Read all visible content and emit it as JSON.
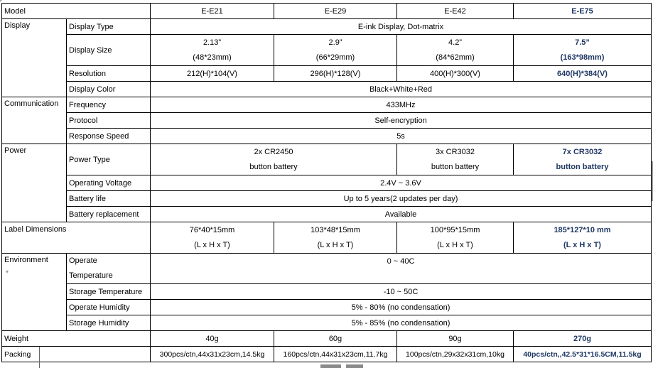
{
  "colors": {
    "accent": "#1f3864"
  },
  "table": {
    "model_row": {
      "label": "Model",
      "models": [
        "E-E21",
        "E-E29",
        "E-E42",
        "E-E75"
      ]
    },
    "display": {
      "section": "Display",
      "type": {
        "label": "Display Type",
        "value": "E-ink Display, Dot-matrix"
      },
      "size": {
        "label": "Display Size",
        "inches": [
          "2.13”",
          "2.9”",
          "4.2”",
          "7.5”"
        ],
        "mm": [
          "(48*23mm)",
          "(66*29mm)",
          "(84*62mm)",
          "(163*98mm)"
        ]
      },
      "resolution": {
        "label": "Resolution",
        "values": [
          "212(H)*104(V)",
          "296(H)*128(V)",
          "400(H)*300(V)",
          "640(H)*384(V)"
        ]
      },
      "color": {
        "label": "Display Color",
        "value": "Black+White+Red"
      }
    },
    "communication": {
      "section": "Communication",
      "frequency": {
        "label": "Frequency",
        "value": "433MHz"
      },
      "protocol": {
        "label": "Protocol",
        "value": "Self-encryption"
      },
      "response_speed": {
        "label": "Response Speed",
        "value": "5s"
      }
    },
    "power": {
      "section": "Power",
      "power_type": {
        "label": "Power Type",
        "e21_e29": {
          "line1": "2x CR2450",
          "line2": "button battery"
        },
        "e42": {
          "line1": "3x CR3032",
          "line2": "button battery"
        },
        "e75": {
          "line1": "7x CR3032",
          "line2": "button battery"
        }
      },
      "operating_voltage": {
        "label": "Operating Voltage",
        "value": "2.4V ~ 3.6V"
      },
      "battery_life": {
        "label": "Battery life",
        "value": "Up to 5 years(2 updates per day)"
      },
      "battery_replacement": {
        "label": "Battery replacement",
        "value": "Available"
      }
    },
    "label_dimensions": {
      "label": "Label Dimensions",
      "values": [
        "76*40*15mm",
        "103*48*15mm",
        "100*95*15mm",
        "185*127*10 mm"
      ],
      "unit": "(L x H x T)"
    },
    "environment": {
      "section": "Environment",
      "operate_temperature": {
        "label_line1": "Operate",
        "label_line2": "Temperature",
        "value": "0 ~ 40C"
      },
      "storage_temperature": {
        "label": "Storage Temperature",
        "value": "-10 ~ 50C"
      },
      "operate_humidity": {
        "label": "Operate Humidity",
        "value": "5% - 80% (no condensation)"
      },
      "storage_humidity": {
        "label": "Storage Humidity",
        "value": "5% - 85% (no condensation)"
      }
    },
    "weight": {
      "label": "Weight",
      "values": [
        "40g",
        "60g",
        "90g",
        "270g"
      ]
    },
    "packing": {
      "label": "Packing",
      "values": [
        "300pcs/ctn,44x31x23cm,14.5kg",
        "160pcs/ctn,44x31x23cm,11.7kg",
        "100pcs/ctn,29x32x31cm,10kg",
        "40pcs/ctn,,42.5*31*16.5CM,11.5kg"
      ]
    }
  }
}
